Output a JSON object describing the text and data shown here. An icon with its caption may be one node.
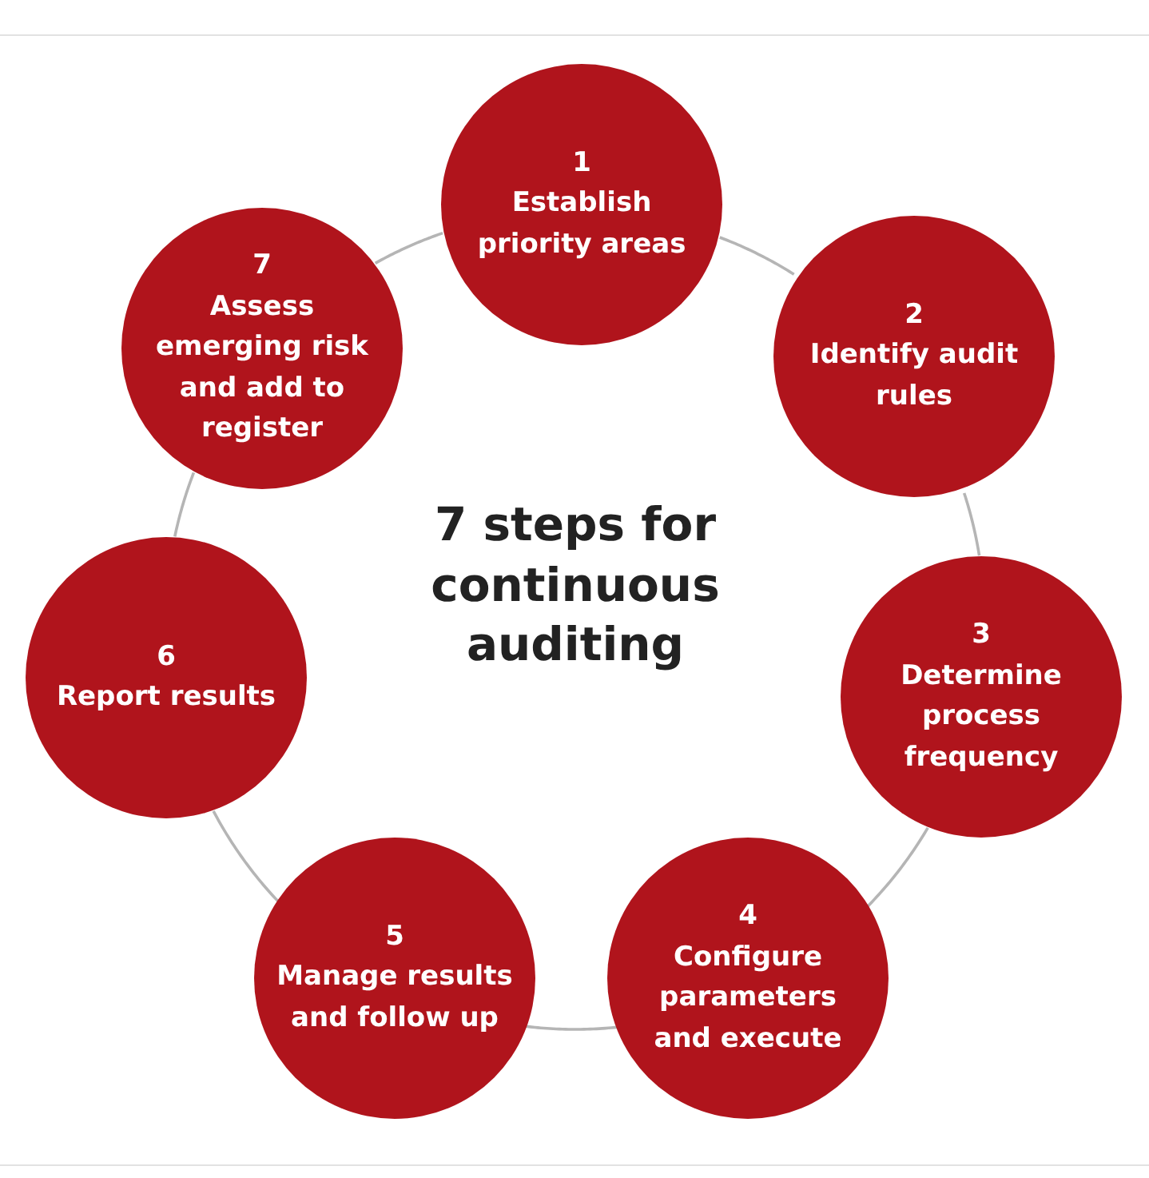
{
  "diagram": {
    "title": "7 steps for continuous auditing",
    "nodes": [
      {
        "text": [
          "1",
          "Establish priority areas"
        ]
      },
      {
        "text": [
          "2",
          "Identify audit rules"
        ]
      },
      {
        "text": [
          "3",
          "Determine process frequency"
        ]
      },
      {
        "text": [
          "4",
          "Configure parameters and execute"
        ]
      },
      {
        "text": [
          "5",
          "Manage results and follow up"
        ]
      },
      {
        "text": [
          "6",
          "Report results"
        ]
      },
      {
        "text": [
          "7",
          "Assess emerging risk and add to register"
        ]
      }
    ],
    "edges": [
      {
        "from": 0,
        "to": 1,
        "arrow": "none"
      },
      {
        "from": 1,
        "to": 2,
        "arrow": "none"
      },
      {
        "from": 2,
        "to": 3,
        "arrow": "none"
      },
      {
        "from": 3,
        "to": 4,
        "arrow": "none"
      },
      {
        "from": 4,
        "to": 5,
        "arrow": "none"
      },
      {
        "from": 5,
        "to": 6,
        "arrow": "none"
      },
      {
        "from": 6,
        "to": 0,
        "arrow": "none"
      }
    ]
  }
}
